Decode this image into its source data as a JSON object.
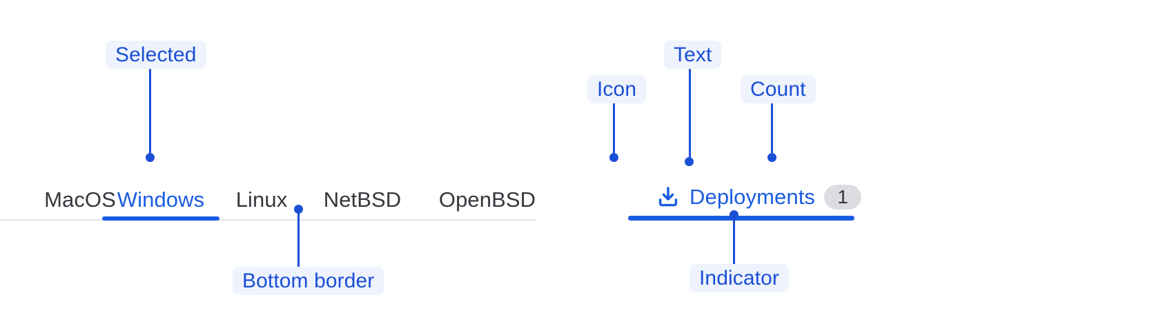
{
  "tab_bar": {
    "tabs": [
      {
        "label": "MacOS",
        "selected": false
      },
      {
        "label": "Windows",
        "selected": true
      },
      {
        "label": "Linux",
        "selected": false
      },
      {
        "label": "NetBSD",
        "selected": false
      },
      {
        "label": "OpenBSD",
        "selected": false
      }
    ]
  },
  "deployments_tab": {
    "icon": "download-icon",
    "label": "Deployments",
    "count": "1",
    "selected": true
  },
  "annotations": [
    {
      "id": "selected",
      "label": "Selected"
    },
    {
      "id": "bottom-border",
      "label": "Bottom border"
    },
    {
      "id": "icon",
      "label": "Icon"
    },
    {
      "id": "text",
      "label": "Text"
    },
    {
      "id": "count",
      "label": "Count"
    },
    {
      "id": "indicator",
      "label": "Indicator"
    }
  ],
  "colors": {
    "accent": "#1a5ce0",
    "annotation_text": "#1a4fd6",
    "annotation_chip_bg": "#eef3fd",
    "tab_text": "#35373d",
    "divider": "#e2e2e4",
    "badge_bg": "#dcdde0",
    "page_bg": "#ffffff"
  }
}
